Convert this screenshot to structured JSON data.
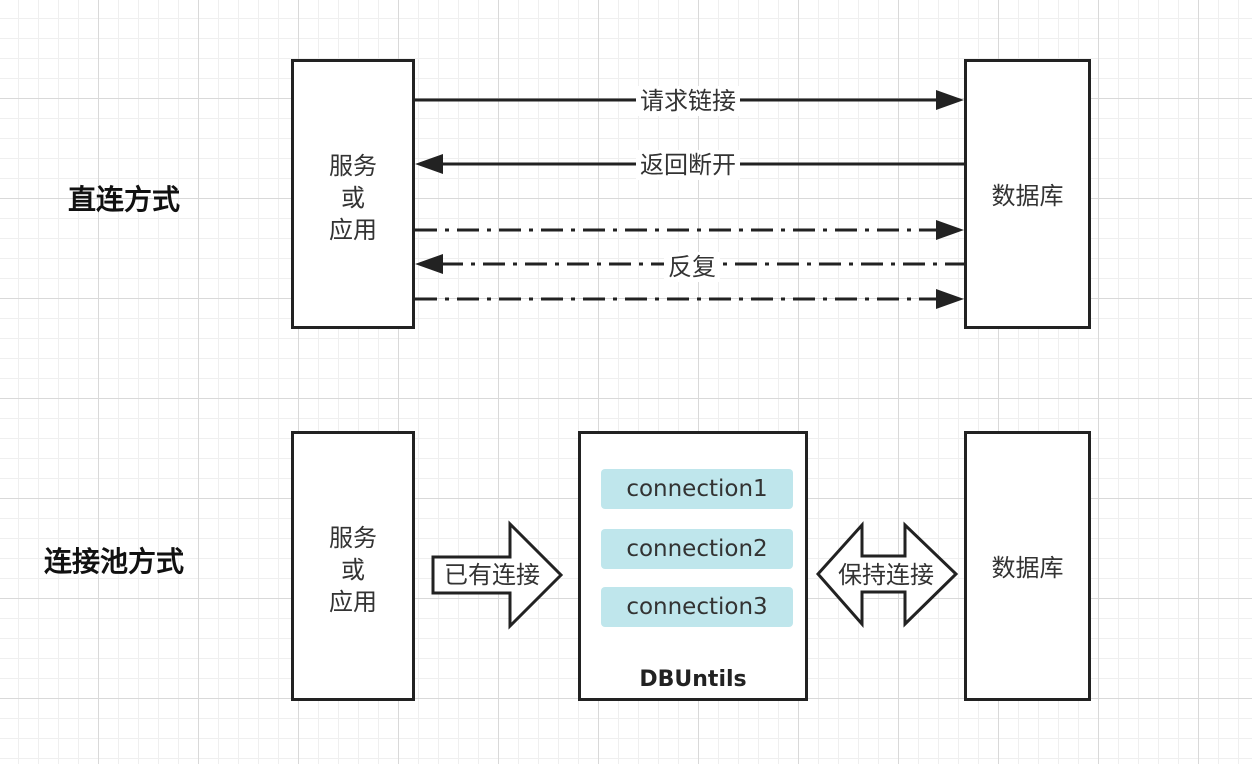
{
  "top": {
    "title": "直连方式",
    "app_box": [
      "服务",
      "或",
      "应用"
    ],
    "db_box": "数据库",
    "arrow_request": "请求链接",
    "arrow_return": "返回断开",
    "arrow_repeat": "反复"
  },
  "bottom": {
    "title": "连接池方式",
    "app_box": [
      "服务",
      "或",
      "应用"
    ],
    "arrow_existing": "已有连接",
    "pool": {
      "connections": [
        "connection1",
        "connection2",
        "connection3"
      ],
      "name": "DBUntils"
    },
    "arrow_keep": "保持连接",
    "db_box": "数据库"
  }
}
